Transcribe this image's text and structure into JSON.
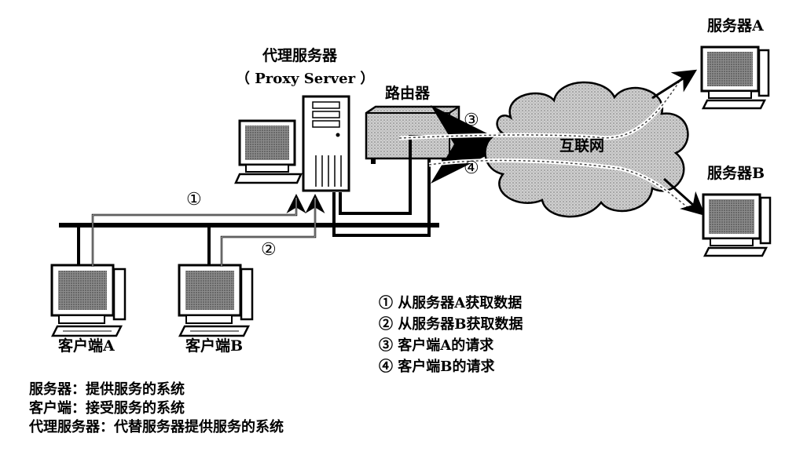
{
  "nodes": {
    "proxy_title": "代理服务器",
    "proxy_subtitle": "（ Proxy Server ）",
    "router": "路由器",
    "internet": "互联网",
    "server_a": "服务器A",
    "server_b": "服务器B",
    "client_a": "客户端A",
    "client_b": "客户端B"
  },
  "markers": [
    "①",
    "②",
    "③",
    "④"
  ],
  "legend": [
    "① 从服务器A获取数据",
    "② 从服务器B获取数据",
    "③ 客户端A的请求",
    "④ 客户端B的请求"
  ],
  "notes": [
    "服务器：提供服务的系统",
    "客户端：接受服务的系统",
    "代理服务器：代替服务器提供服务的系统"
  ]
}
